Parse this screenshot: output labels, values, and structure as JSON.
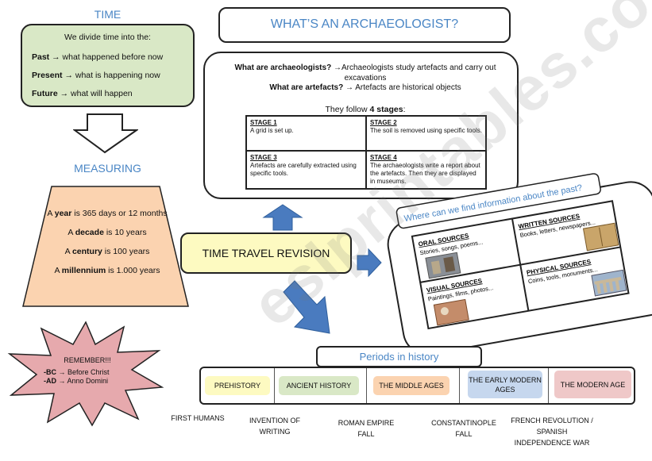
{
  "time": {
    "heading": "TIME",
    "intro": "We divide time into the:",
    "rows": [
      {
        "term": "Past",
        "text": "what happened before now"
      },
      {
        "term": "Present",
        "text": "what is happening now"
      },
      {
        "term": "Future",
        "text": "what will happen"
      }
    ],
    "arrow_symbol": "→"
  },
  "measuring": {
    "heading": "MEASURING",
    "items": [
      {
        "pre": "A ",
        "term": "year",
        "post": " is 365 days or 12 months"
      },
      {
        "pre": "A ",
        "term": "decade",
        "post": " is 10 years"
      },
      {
        "pre": "A ",
        "term": "century",
        "post": " is 100 years"
      },
      {
        "pre": "A ",
        "term": "millennium",
        "post": " is 1.000 years"
      }
    ]
  },
  "archaeologist": {
    "title": "WHAT’S AN ARCHAEOLOGIST?",
    "q1": "What are archaeologists?",
    "a1": "Archaeologists study artefacts and carry out excavations",
    "q2": "What are artefacts?",
    "a2": "Artefacts are historical objects",
    "stages_intro_pre": "They follow ",
    "stages_intro_bold": "4 stages",
    "stages_intro_post": ":",
    "stages": [
      {
        "title": "STAGE 1",
        "text": "A grid is set up."
      },
      {
        "title": "STAGE 2",
        "text": "The soil is removed using specific tools."
      },
      {
        "title": "STAGE 3",
        "text": "Artefacts are carefully extracted using specific tools."
      },
      {
        "title": "STAGE 4",
        "text": "The archaeologists write a report about the artefacts. Then they are displayed in museums."
      }
    ]
  },
  "center": {
    "title": "TIME TRAVEL REVISION"
  },
  "sources": {
    "question": "Where can we find information about the past?",
    "cells": [
      {
        "title": "ORAL SOURCES",
        "text": "Stories, songs, poems..."
      },
      {
        "title": "WRITTEN SOURCES",
        "text": "Books, letters, newspapers..."
      },
      {
        "title": "VISUAL SOURCES",
        "text": "Paintings, films, photos..."
      },
      {
        "title": "PHYSICAL SOURCES",
        "text": "Coins, tools, monuments..."
      }
    ]
  },
  "remember": {
    "title": "REMEMBER!!!",
    "bc_term": "-BC",
    "bc_text": "Before Christ",
    "ad_term": "-AD",
    "ad_text": "Anno Domini"
  },
  "periods": {
    "title": "Periods in history",
    "items": [
      {
        "label": "PREHISTORY",
        "color": "#fdfac1"
      },
      {
        "label": "ANCIENT HISTORY",
        "color": "#d9e8c6"
      },
      {
        "label": "THE MIDDLE AGES",
        "color": "#fbd3b0"
      },
      {
        "label": "THE EARLY MODERN AGES",
        "color": "#c6d7ee"
      },
      {
        "label": "THE MODERN AGE",
        "color": "#efc8c8"
      }
    ],
    "events": [
      "FIRST HUMANS",
      "INVENTION OF WRITING",
      "ROMAN EMPIRE FALL",
      "CONSTANTINOPLE FALL",
      "FRENCH REVOLUTION / SPANISH INDEPENDENCE WAR"
    ]
  },
  "watermark": "eslprintables.com",
  "colors": {
    "accent_blue": "#4a86c5",
    "time_green": "#d9e8c6",
    "measure_orange": "#fbd3b0",
    "center_yellow": "#fdfac1",
    "remember_pink": "#e6a9ad",
    "arrow_blue": "#4a7bbf"
  }
}
